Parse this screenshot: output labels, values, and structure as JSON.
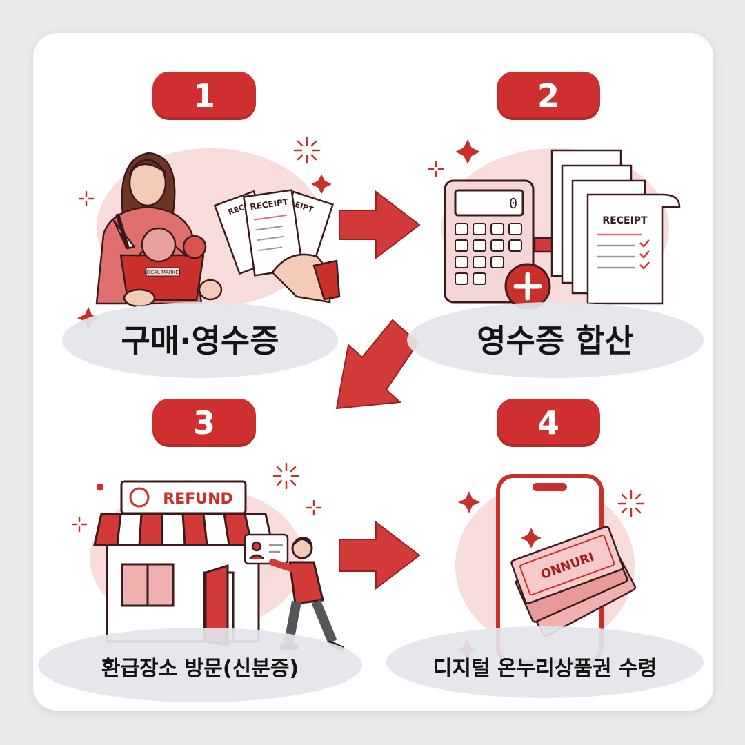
{
  "steps": [
    {
      "number": "1",
      "label": "구매·영수증"
    },
    {
      "number": "2",
      "label": "영수증 합산"
    },
    {
      "number": "3",
      "label": "환급장소 방문(신분증)"
    },
    {
      "number": "4",
      "label": "디지털 온누리상품권 수령"
    }
  ],
  "illustrations": {
    "receipt_label": "RECEIPT",
    "receipt_partial_left": "RECS",
    "receipt_partial_right": "EIPT",
    "bag_text": "LOCAL MARKET",
    "calculator_display": "0",
    "refund_sign": "REFUND",
    "voucher_text": "ONNURI"
  },
  "icons": [
    "sparkle-icon",
    "arrow-right-icon",
    "arrow-down-left-icon",
    "plus-icon",
    "checkmark-icon"
  ],
  "colors": {
    "accent": "#cf2f2f",
    "accent_light": "#f8dcdc",
    "ellipse": "#e3e5ea",
    "card": "#ffffff",
    "background": "#e9eaec"
  }
}
